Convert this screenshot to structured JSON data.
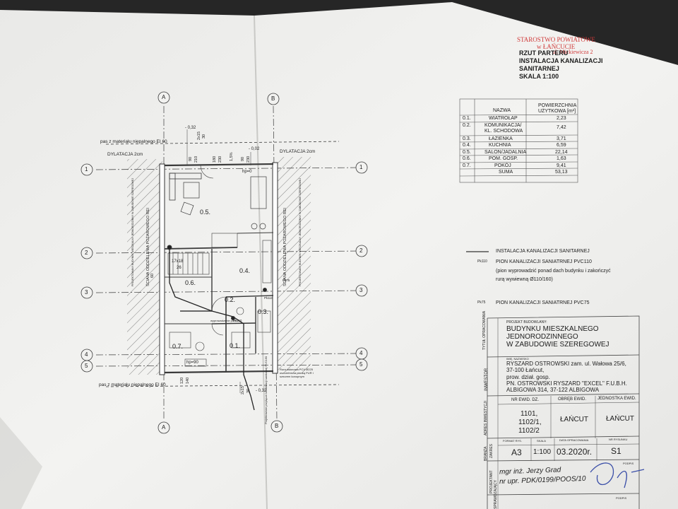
{
  "stamp": {
    "line1": "STAROSTWO POWIATOWE",
    "line2": "w ŁAŃCUCIE",
    "line3": "ul. Mickiewicza 2"
  },
  "drawing_title": {
    "line1": "RZUT PARTERU",
    "line2": "INSTALACJA KANALIZACJI",
    "line3": "SANITARNEJ",
    "line4": "SKALA 1:100"
  },
  "room_table": {
    "header_name": "NAZWA",
    "header_area_1": "POWIERZCHNIA",
    "header_area_2": "UŻYTKOWA [m²]",
    "rows": [
      {
        "no": "0.1.",
        "name": "WIATROŁAP",
        "area": "2,23"
      },
      {
        "no": "0.2.",
        "name": "KOMUNIKACJA/",
        "name2": "KL. SCHODOWA",
        "area": "7,42"
      },
      {
        "no": "0.3.",
        "name": "ŁAZIENKA",
        "area": "3,71"
      },
      {
        "no": "0.4.",
        "name": "KUCHNIA",
        "area": "6,59"
      },
      {
        "no": "0.5.",
        "name": "SALON/JADALNIA",
        "area": "22,14"
      },
      {
        "no": "0.6.",
        "name": "POM. GOSP.",
        "area": "1,63"
      },
      {
        "no": "0.7.",
        "name": "POKÓJ",
        "area": "9,41"
      }
    ],
    "sum_label": "SUMA",
    "sum_value": "53,13"
  },
  "legend": {
    "item1": "INSTALACJA KANALIZACJI SANITARNEJ",
    "item2_code": "Pk110",
    "item2_line1": "PION KANALIZACJI SANIATRNEJ PVC110",
    "item2_line2": "(pion wyprowadzić ponad dach budynku i zakończyć",
    "item2_line3": "rurą wywiewną Ø110/160)",
    "item3_code": "Pk75",
    "item3_text": "PION KANALIZACJI SANIATRNEJ PVC75"
  },
  "title_block": {
    "tytul_label": "TYTUŁ OPRACOWANIA",
    "project_small": "PROJEKT BUDOWLANY:",
    "project_1": "BUDYNKU MIESZKALNEGO",
    "project_2": "JEDNORODZINNEGO",
    "project_3": "W ZABUDOWIE SZEREGOWEJ",
    "inwestor_label": "INWESTOR",
    "inwestor_small": "IMIĘ, NAZWISKO",
    "inwestor_1": "RYSZARD OSTROWSKI zam. ul. Wałowa 25/6,",
    "inwestor_2": "37-100 Łańcut,",
    "inwestor_3": "prow. dział. gosp.",
    "inwestor_4": "PN. OSTROWSKI RYSZARD \"EXCEL\" F.U.B.H.",
    "inwestor_5": "ALBIGOWA 314, 37-122 ALBIGOWA",
    "adres_label": "ADRES INWESTYCJI",
    "col_nr": "NR EWID. DZ.",
    "col_obreb": "OBRĘB EWID.",
    "col_jedn": "JEDNOSTKA EWID.",
    "nr_1": "1101,",
    "nr_2": "1102/1,",
    "nr_3": "1102/2",
    "obreb": "ŁAŃCUT",
    "jedn": "ŁAŃCUT",
    "zakres_label": "ZAKRES",
    "branza_label": "BRANŻA",
    "small_format": "FORMAT RYS.",
    "small_skala": "SKALA",
    "small_data": "DATA OPRACOWANIA",
    "small_nr": "NR RYSUNKU",
    "format": "A3",
    "skala": "1:100",
    "data": "03.2020r.",
    "nr_rys": "S1",
    "projektant_label": "PROJEKTANT",
    "projektant_1": "mgr inż. Jerzy Grad",
    "projektant_2": "nr upr. PDK/0199/POOS/10",
    "podpis": "PODPIS",
    "podpis2": "PODPIS",
    "sprawdzajacy_label": "SPRAWDZAJĄCY"
  },
  "plan": {
    "axes": [
      "A",
      "B",
      "1",
      "2",
      "3",
      "4",
      "5"
    ],
    "rooms": [
      "0.1.",
      "0.2.",
      "0.3.",
      "0.4.",
      "0.5.",
      "0.6.",
      "0.7."
    ],
    "pas_top": "pas z materiału niepalnego EI 60",
    "pas_bottom": "pas z materiału niepalnego EI 60",
    "dyl_left": "DYLATACJA 2cm",
    "dyl_right": "DYLATACJA 2cm",
    "wall_left": "ŚCIANA ODDZIELENIA POŻAROWEGO REI",
    "wall_right": "ŚCIANA ODDZIELENIA POŻAROWEGO REI",
    "wall_left_note": "PROJEKTOWANY BUDYNEK MIESZKALNY JEDNORODZINNY W ZABUDOWIE SZEREGOWEJ",
    "wall_right_note": "PROJEKTOWANY BUDYNEK MIESZKALNY JEDNORODZINNY W ZABUDOWIE SZEREGOWEJ",
    "stairs": "17x18",
    "stairs_2": "26",
    "hp0": "hp=0",
    "hp90": "hp=90",
    "dim_032_top": "- 0,32",
    "dim_002": "- 0,02",
    "dim_032_bottom": "- 0,32",
    "dim_90a": "90",
    "dim_210": "210",
    "dim_180": "180",
    "dim_230a": "230",
    "dim_15": "1,5%",
    "dim_90b": "90",
    "dim_230b": "230",
    "dim_2x15": "2x15",
    "dim_30": "30",
    "dim_120": "120",
    "dim_140": "140",
    "dim_2x15b": "2x15",
    "dim_30b": "30",
    "dim_60": "60",
    "note_kanal": "Rura osłonowa PCV Ø225 uszczelniona pianką PUR i sznurem konopnym",
    "note_pion": "Projektowane przyłącze kanalizacji sanitarnej PVC160",
    "pk_label1": "Pk110",
    "pk_label2": "Pk75",
    "pk_label3": "Pk110",
    "wys_label": "wyprowadzenie pionu"
  },
  "colors": {
    "paper": "#f2f2f0",
    "line": "#3a3a3a",
    "stamp_red": "#d03a3a"
  }
}
